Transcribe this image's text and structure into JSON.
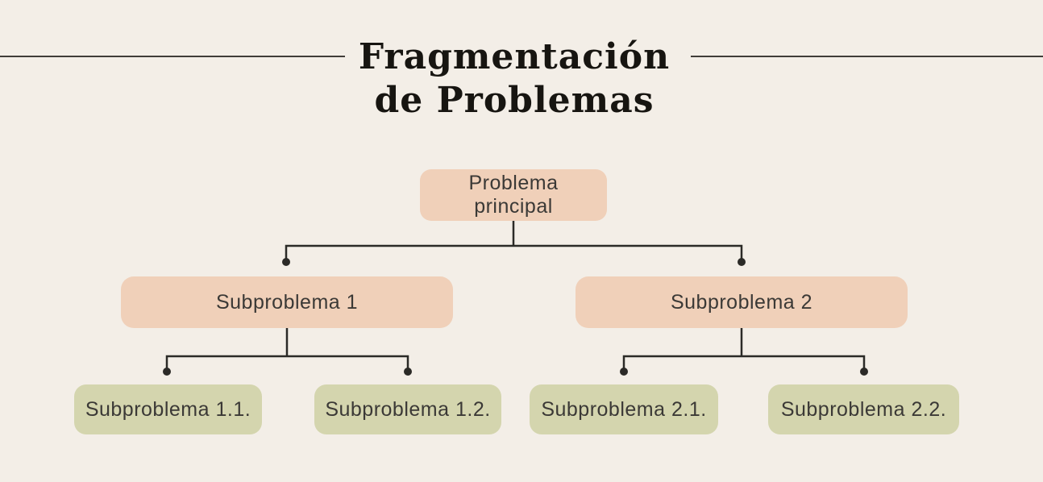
{
  "title": {
    "full": "Fragmentación de Problemas",
    "line1": "Fragmentación",
    "line2": "de Problemas"
  },
  "tree": {
    "root": {
      "label": "Problema principal",
      "level": 0
    },
    "children": [
      {
        "label": "Subproblema 1",
        "level": 1,
        "children": [
          {
            "label": "Subproblema 1.1.",
            "level": 2
          },
          {
            "label": "Subproblema 1.2.",
            "level": 2
          }
        ]
      },
      {
        "label": "Subproblema 2",
        "level": 1,
        "children": [
          {
            "label": "Subproblema 2.1.",
            "level": 2
          },
          {
            "label": "Subproblema 2.2.",
            "level": 2
          }
        ]
      }
    ]
  },
  "colors": {
    "background": "#f3eee7",
    "node_level0_and_1_fill": "#f0d0b9",
    "node_level2_fill": "#d4d5ae",
    "connector_stroke": "#2b2a27",
    "title_text": "#171511",
    "node_text": "#3b3936",
    "title_rule": "#403d38"
  }
}
